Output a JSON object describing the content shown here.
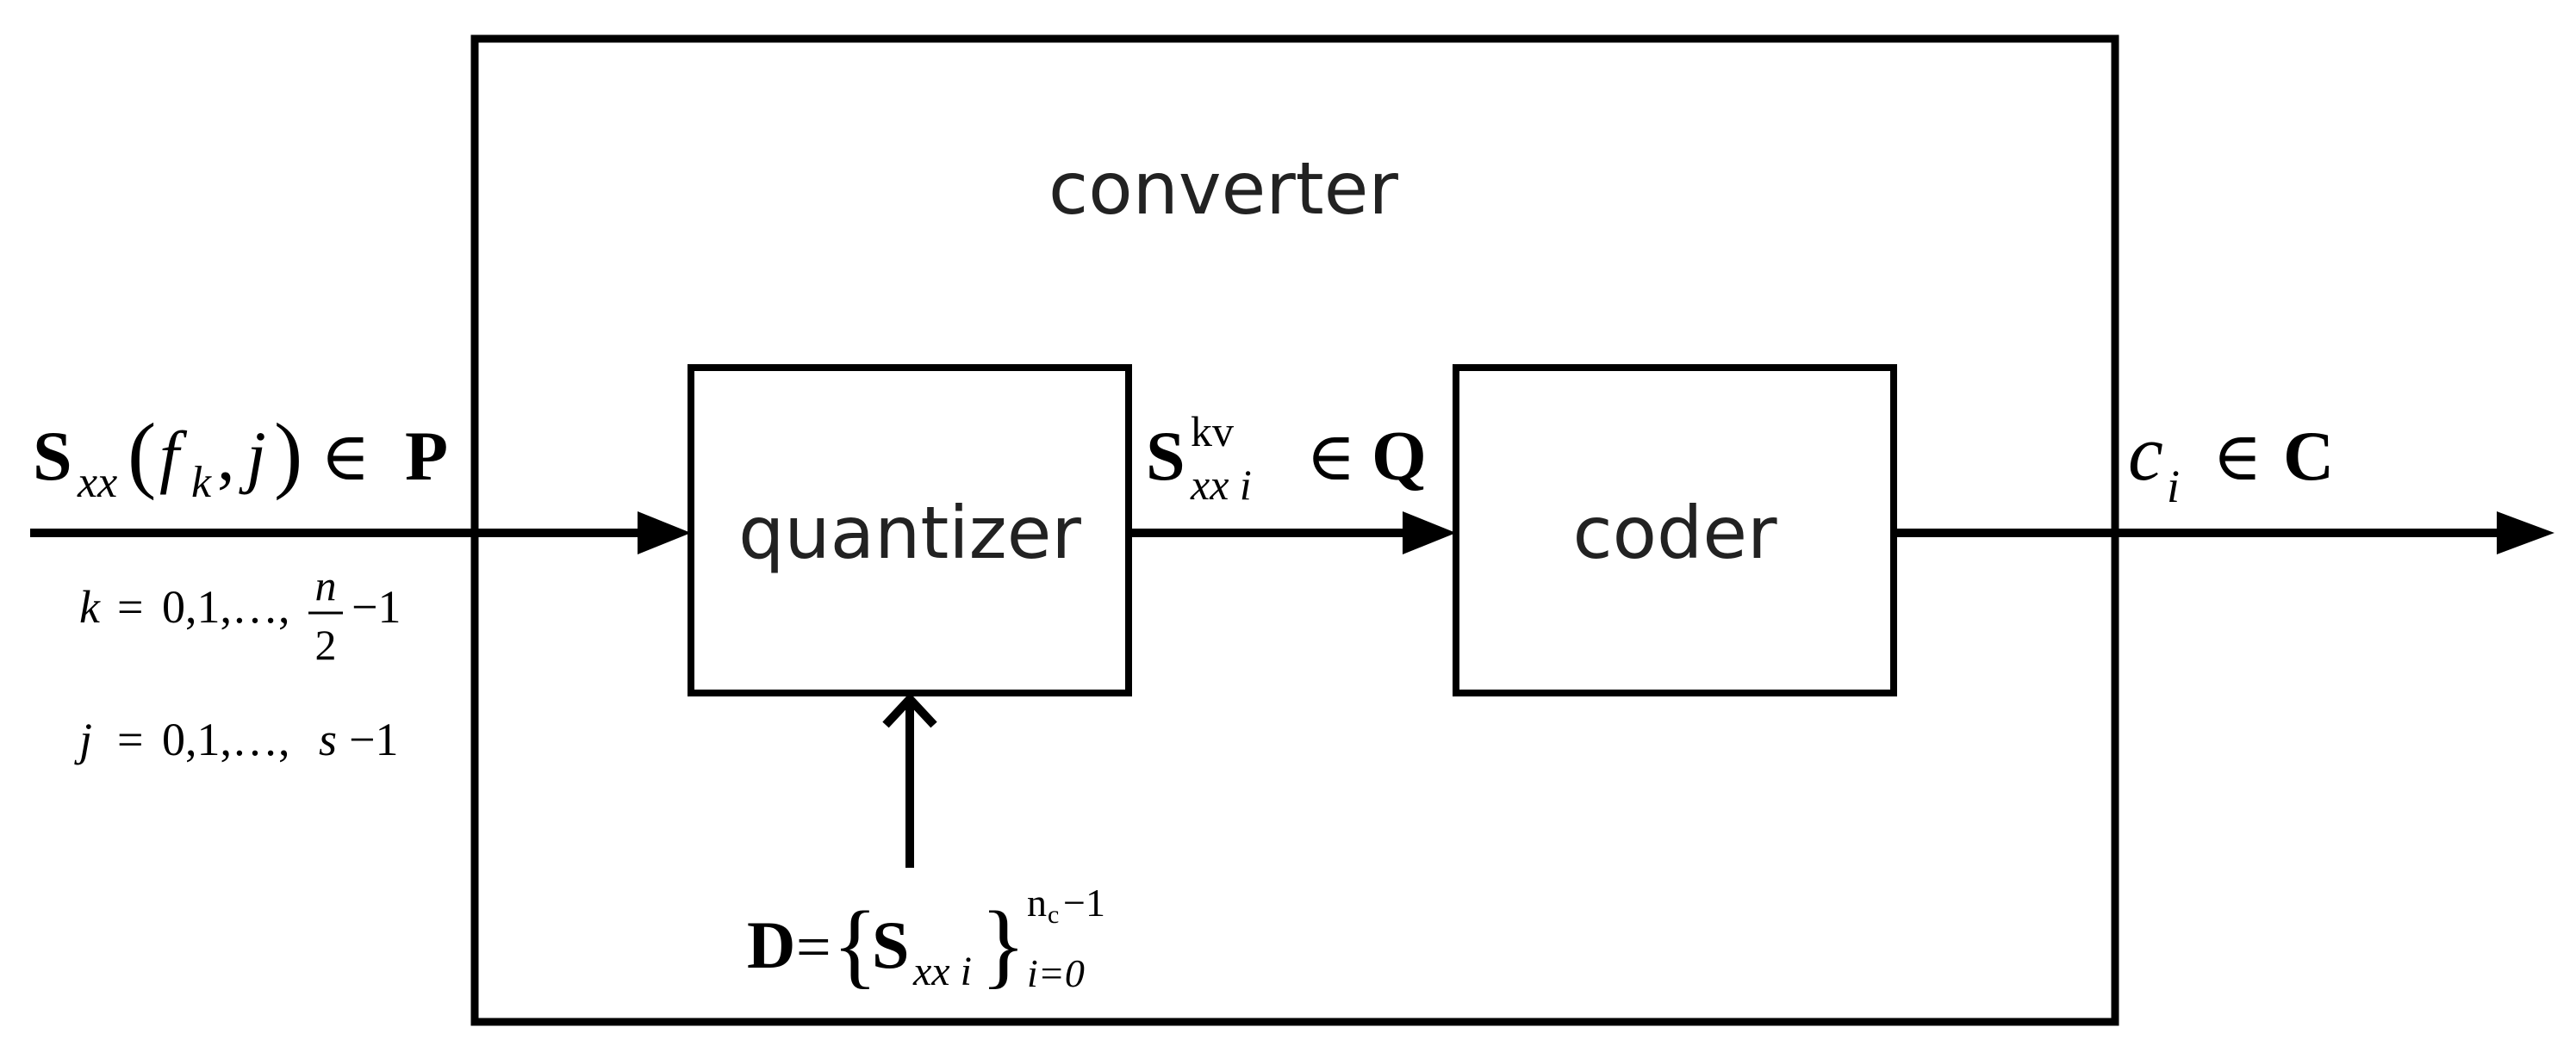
{
  "blocks": {
    "converter": "converter",
    "quantizer": "quantizer",
    "coder": "coder"
  },
  "signals": {
    "input": {
      "symbol": "S",
      "subscript": "xx",
      "open_paren": "(",
      "arg_f": "f",
      "arg_f_sub": "k",
      "comma": ",",
      "arg_j": "j",
      "close_paren": ")",
      "member": "∈",
      "set": "P"
    },
    "index_k": {
      "var": "k",
      "equals": "=",
      "sequence": "0,1,…,",
      "frac_num": "n",
      "frac_den": "2",
      "tail": "−1"
    },
    "index_j": {
      "var": "j",
      "equals": "=",
      "sequence": "0,1,…,",
      "var_s": "s",
      "tail": "−1"
    },
    "quantized": {
      "symbol": "S",
      "superscript": "kv",
      "subscript": "xx i",
      "member": "∈",
      "set": "Q"
    },
    "codebook": {
      "symbol": "D",
      "equals": "=",
      "open_brace": "{",
      "element": "S",
      "element_sub": "xx i",
      "close_brace": "}",
      "upper": "n",
      "upper_sub": "c",
      "upper_tail": "−1",
      "lower": "i=0"
    },
    "output": {
      "symbol": "c",
      "subscript": "i",
      "member": "∈",
      "set": "C"
    }
  },
  "colors": {
    "line": "#000000",
    "background": "#ffffff",
    "label": "#222222"
  }
}
